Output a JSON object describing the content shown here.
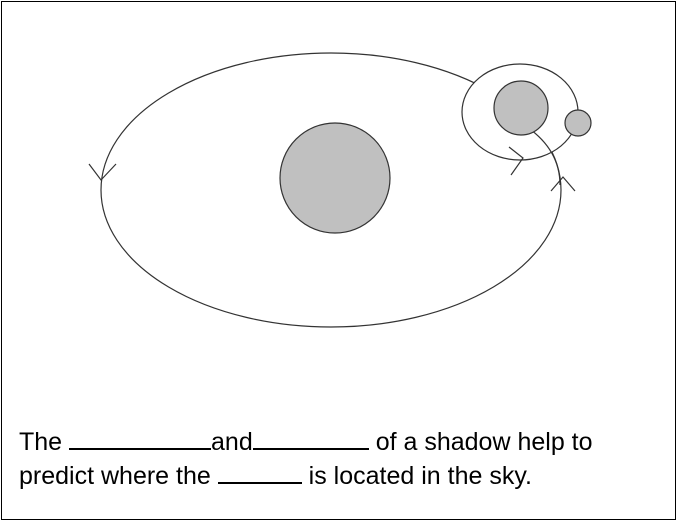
{
  "worksheet": {
    "sentence": {
      "line1": {
        "part1": "The ",
        "part2": "and",
        "part3": " of a shadow help to"
      },
      "line2": {
        "part1": "predict where the ",
        "part2": " is located in the sky."
      }
    }
  },
  "diagram": {
    "body_fill_color": "#c0c0c0",
    "stroke_color": "#333333"
  }
}
